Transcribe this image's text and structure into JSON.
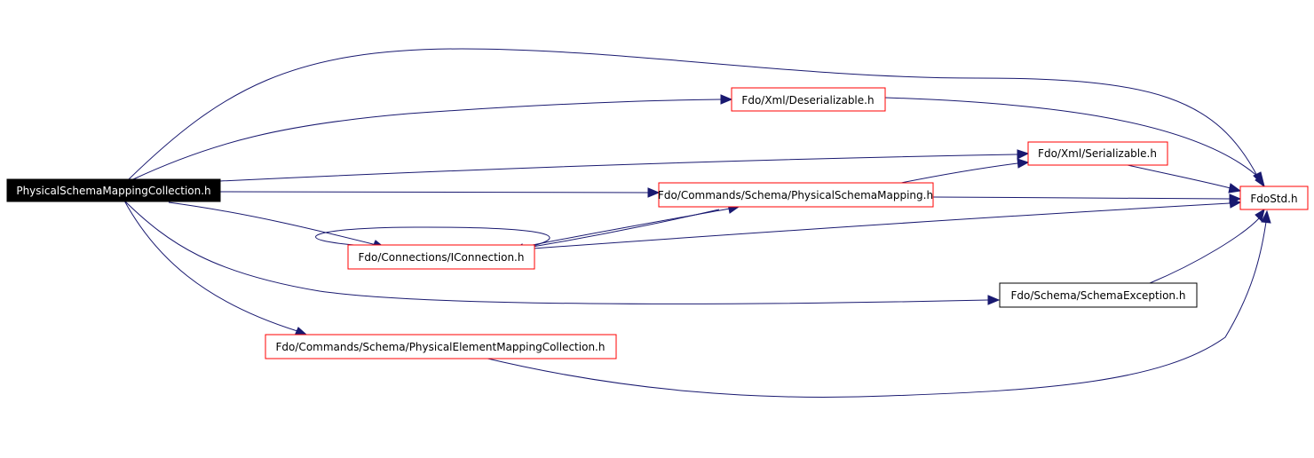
{
  "colors": {
    "edge": "#191970",
    "linked_border": "#ff0000",
    "plain_border": "#000000",
    "root_fill": "#000000",
    "root_text": "#ffffff"
  },
  "nodes": {
    "root": {
      "label": "PhysicalSchemaMappingCollection.h",
      "style": "root"
    },
    "deserializable": {
      "label": "Fdo/Xml/Deserializable.h",
      "style": "linked"
    },
    "serializable": {
      "label": "Fdo/Xml/Serializable.h",
      "style": "linked"
    },
    "physical_schema_mapping": {
      "label": "Fdo/Commands/Schema/PhysicalSchemaMapping.h",
      "style": "linked"
    },
    "fdostd": {
      "label": "FdoStd.h",
      "style": "linked"
    },
    "iconnection": {
      "label": "Fdo/Connections/IConnection.h",
      "style": "linked"
    },
    "schema_exception": {
      "label": "Fdo/Schema/SchemaException.h",
      "style": "plain"
    },
    "physical_element_mapping_collection": {
      "label": "Fdo/Commands/Schema/PhysicalElementMappingCollection.h",
      "style": "linked"
    }
  },
  "edges": [
    {
      "from": "root",
      "to": "fdostd"
    },
    {
      "from": "root",
      "to": "deserializable"
    },
    {
      "from": "root",
      "to": "serializable"
    },
    {
      "from": "root",
      "to": "physical_schema_mapping"
    },
    {
      "from": "root",
      "to": "iconnection"
    },
    {
      "from": "root",
      "to": "schema_exception"
    },
    {
      "from": "root",
      "to": "physical_element_mapping_collection"
    },
    {
      "from": "deserializable",
      "to": "fdostd"
    },
    {
      "from": "serializable",
      "to": "fdostd"
    },
    {
      "from": "physical_schema_mapping",
      "to": "serializable"
    },
    {
      "from": "physical_schema_mapping",
      "to": "fdostd"
    },
    {
      "from": "physical_schema_mapping",
      "to": "iconnection"
    },
    {
      "from": "iconnection",
      "to": "iconnection"
    },
    {
      "from": "iconnection",
      "to": "physical_schema_mapping"
    },
    {
      "from": "iconnection",
      "to": "fdostd"
    },
    {
      "from": "schema_exception",
      "to": "fdostd"
    },
    {
      "from": "physical_element_mapping_collection",
      "to": "fdostd"
    }
  ]
}
